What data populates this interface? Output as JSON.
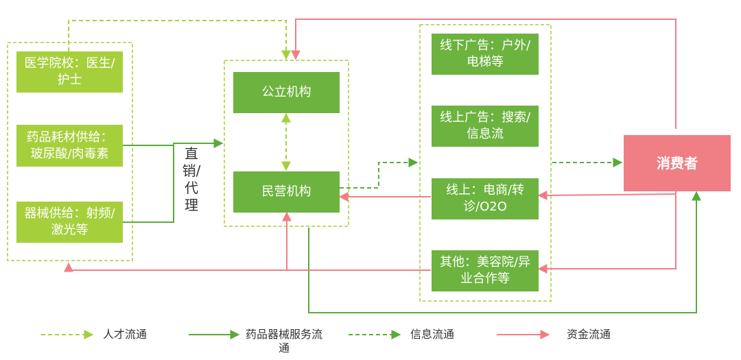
{
  "nodes": {
    "med_school": "医学院校：医生/护士",
    "drug_supply": "药品耗材供给：玻尿酸/肉毒素",
    "device_supply": "器械供给：射频/激光等",
    "public_inst": "公立机构",
    "private_inst": "民营机构",
    "offline_ads": "线下广告：户外/电梯等",
    "online_ads": "线上广告：搜索/信息流",
    "online_ecom": "线上：电商/转诊/O2O",
    "other_channels": "其他：美容院/异业合作等",
    "consumer": "消费者"
  },
  "edge_label": "直销/代理",
  "legend": {
    "talent": "人才流通",
    "product": "药品器械服务流通",
    "info": "信息流通",
    "money": "资金流通"
  },
  "colors": {
    "talent": "#a6cf3c",
    "product": "#5aaa3a",
    "info": "#5aaa3a",
    "money": "#ef7f85",
    "box_lime": "#a6cf3c",
    "box_green": "#6db33f",
    "consumer": "#ef7f85"
  }
}
